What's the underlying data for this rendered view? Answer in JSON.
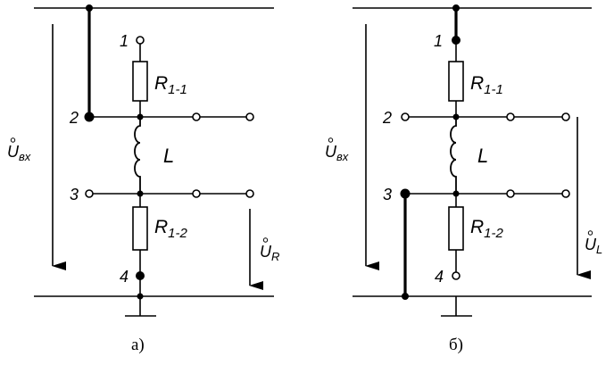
{
  "diagram_a": {
    "caption": "а)",
    "node_1": "1",
    "node_2": "2",
    "node_3": "3",
    "node_4": "4",
    "r1_main": "R",
    "r1_sub": "1-1",
    "l_label": "L",
    "r2_main": "R",
    "r2_sub": "1-2",
    "u_in_main": "U",
    "u_in_sub": "вх",
    "u_out_main": "U",
    "u_out_sub": "R"
  },
  "diagram_b": {
    "caption": "б)",
    "node_1": "1",
    "node_2": "2",
    "node_3": "3",
    "node_4": "4",
    "r1_main": "R",
    "r1_sub": "1-1",
    "l_label": "L",
    "r2_main": "R",
    "r2_sub": "1-2",
    "u_in_main": "U",
    "u_in_sub": "вх",
    "u_out_main": "U",
    "u_out_sub": "L"
  }
}
